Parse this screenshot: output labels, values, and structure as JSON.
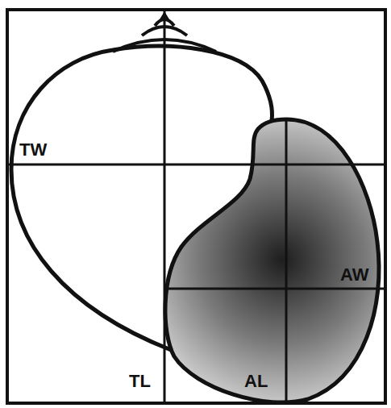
{
  "diagram": {
    "labels": [
      "TW",
      "TL",
      "AL",
      "AW"
    ]
  }
}
